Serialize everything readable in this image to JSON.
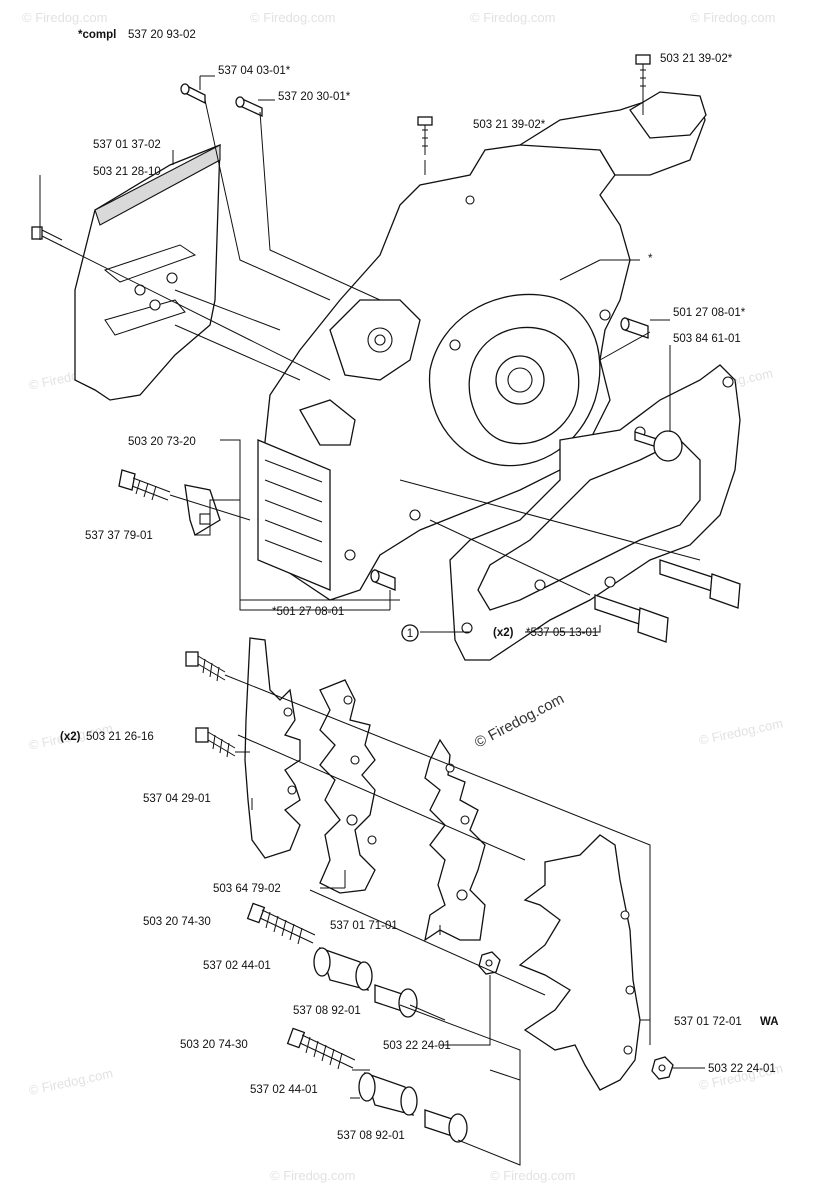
{
  "header": {
    "assembly_prefix": "*compl",
    "assembly_number": "537 20 93-02"
  },
  "callouts": {
    "pin_top_1": "537 04 03-01*",
    "pin_top_2": "537 20 30-01*",
    "screw_top_right": "503 21 39-02*",
    "screw_top_mid": "503 21 39-02*",
    "cover_plate_1": "537 01 37-02",
    "cover_plate_2": "503 21 28-10",
    "crankcase_star": "*",
    "sleeve_right": "501 27 08-01*",
    "plug_right": "503 84 61-01",
    "bolt_left": "503 20 73-20",
    "clip_left": "537 37 79-01",
    "sleeve_bottom": "*501 27 08-01",
    "gasket_qty": "(x2)",
    "gasket_part": "*537 05 13-01",
    "ref_number": "1",
    "screw_left_qty": "(x2)",
    "screw_left_part": "503 21 26-16",
    "spike_plate_1": "537 04 29-01",
    "spike_plate_2": "503 64 79-02",
    "spike_plate_3": "537 01 71-01",
    "spike_plate_4_part": "537 01 72-01",
    "spike_plate_4_suffix": "WA",
    "bolt_long_1": "503 20 74-30",
    "bushing_1": "537 02 44-01",
    "spacer_1": "537 08 92-01",
    "nut_1": "503 22 24-01",
    "nut_2": "503 22 24-01",
    "bolt_long_2": "503 20 74-30",
    "bushing_2": "537 02 44-01",
    "spacer_2": "537 08 92-01"
  },
  "watermarks": {
    "text": "© Firedog.com",
    "center_text": "© Firedog.com"
  },
  "icons": {
    "ref_marker": "circled-number-icon"
  }
}
